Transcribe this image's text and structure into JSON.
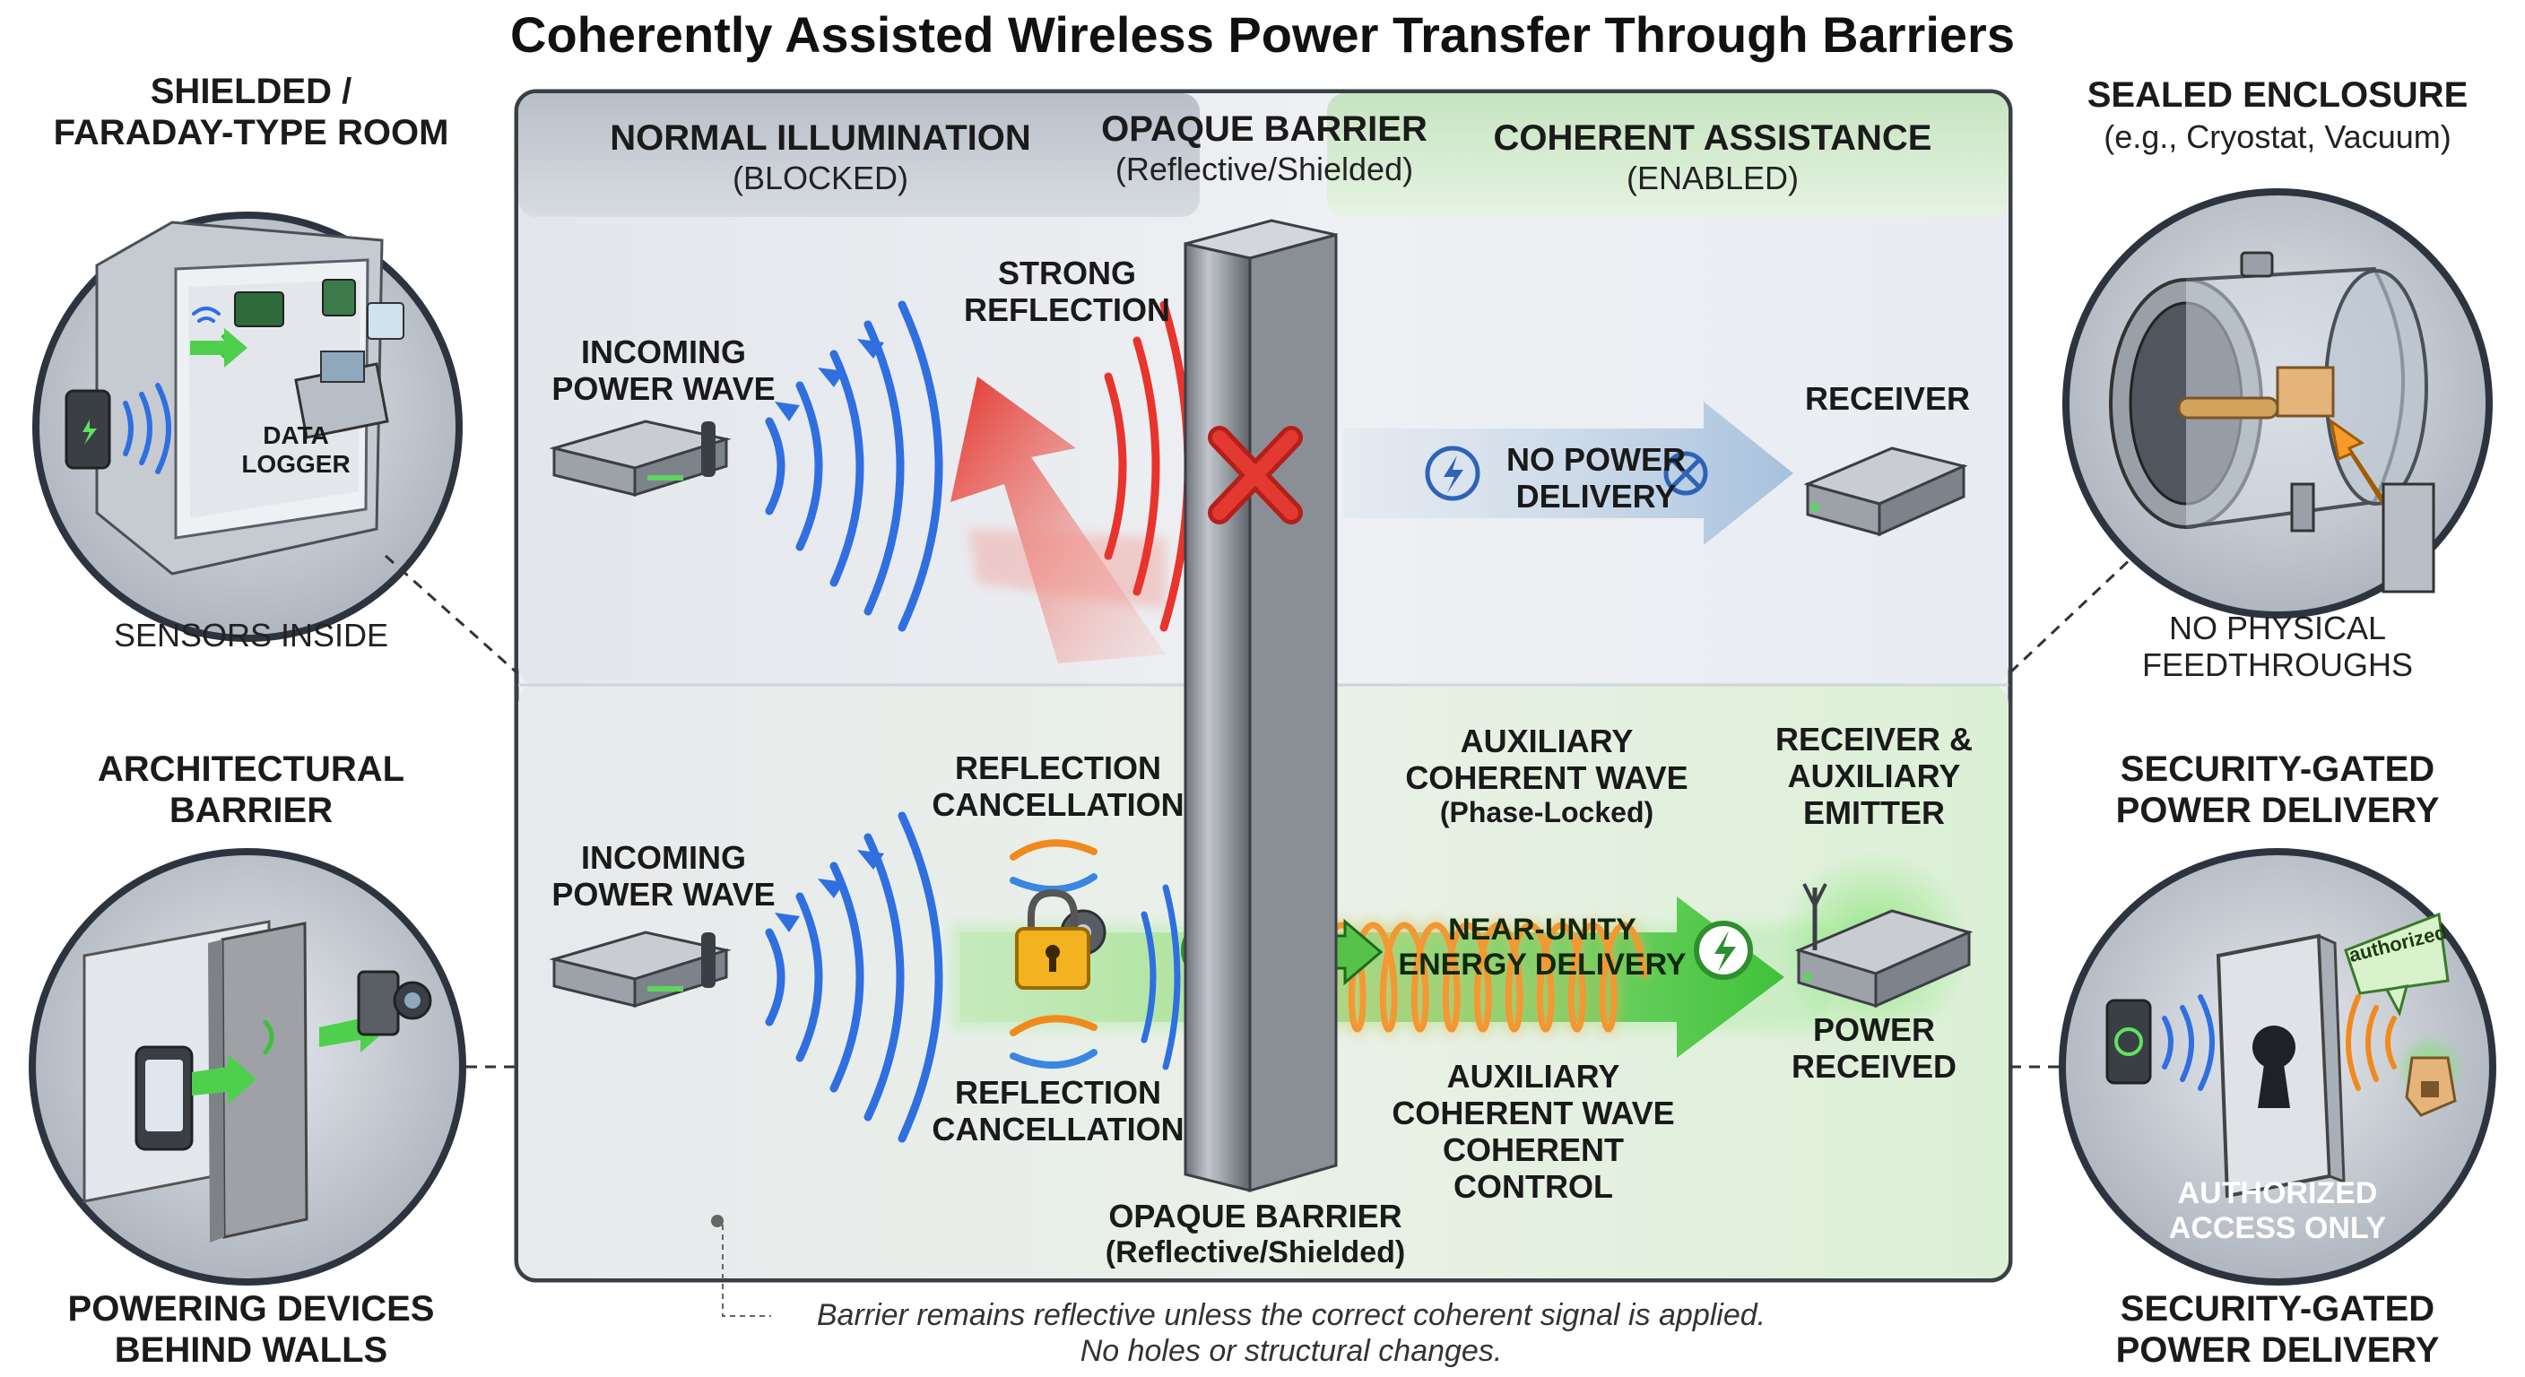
{
  "title": "Coherently Assisted Wireless Power Transfer Through Barriers",
  "left_panels": {
    "top": {
      "heading_line1": "SHIELDED /",
      "heading_line2": "FARADAY-TYPE ROOM",
      "inner_label_line1": "DATA",
      "inner_label_line2": "LOGGER",
      "caption": "SENSORS INSIDE"
    },
    "bottom": {
      "heading_line1": "ARCHITECTURAL",
      "heading_line2": "BARRIER",
      "caption_line1": "POWERING DEVICES",
      "caption_line2": "BEHIND WALLS"
    }
  },
  "right_panels": {
    "top": {
      "heading": "SEALED ENCLOSURE",
      "subheading": "(e.g., Cryostat, Vacuum)",
      "caption_line1": "NO PHYSICAL",
      "caption_line2": "FEEDTHROUGHS"
    },
    "bottom": {
      "heading_line1": "SECURITY-GATED",
      "heading_line2": "POWER DELIVERY",
      "tag": "authorized",
      "inner_line1": "AUTHORIZED",
      "inner_line2": "ACCESS ONLY",
      "caption_line1": "SECURITY-GATED",
      "caption_line2": "POWER DELIVERY"
    }
  },
  "center": {
    "normal": {
      "heading": "NORMAL ILLUMINATION",
      "state": "(BLOCKED)",
      "incoming_line1": "INCOMING",
      "incoming_line2": "POWER WAVE",
      "reflection_line1": "STRONG",
      "reflection_line2": "REFLECTION",
      "no_power_line1": "NO POWER",
      "no_power_line2": "DELIVERY",
      "receiver": "RECEIVER"
    },
    "barrier_top": {
      "heading": "OPAQUE BARRIER",
      "sub": "(Reflective/Shielded)"
    },
    "coherent": {
      "heading": "COHERENT ASSISTANCE",
      "state": "(ENABLED)",
      "incoming_line1": "INCOMING",
      "incoming_line2": "POWER WAVE",
      "cancel_top_line1": "REFLECTION",
      "cancel_top_line2": "CANCELLATION",
      "cancel_bottom_line1": "REFLECTION",
      "cancel_bottom_line2": "CANCELLATION",
      "aux_line1": "AUXILIARY",
      "aux_line2": "COHERENT WAVE",
      "aux_line3": "(Phase-Locked)",
      "delivery_line1": "NEAR-UNITY",
      "delivery_line2": "ENERGY DELIVERY",
      "receiver_line1": "RECEIVER &",
      "receiver_line2": "AUXILIARY",
      "receiver_line3": "EMITTER",
      "received_line1": "POWER",
      "received_line2": "RECEIVED",
      "control_line1": "AUXILIARY",
      "control_line2": "COHERENT WAVE",
      "control_line3": "COHERENT",
      "control_line4": "CONTROL"
    },
    "barrier_bottom": {
      "heading": "OPAQUE BARRIER",
      "sub": "(Reflective/Shielded)"
    }
  },
  "footnote_line1": "Barrier remains reflective unless the correct coherent signal is applied.",
  "footnote_line2": "No holes or structural changes.",
  "colors": {
    "wave_blue": "#2f6fe0",
    "reflect_red": "#e8342c",
    "coherent_orange": "#f08a1c",
    "delivery_green": "#3cc13c",
    "panel_green": "#dcefd8",
    "panel_grey": "#c9ced6",
    "circle_border": "#2c3440"
  }
}
